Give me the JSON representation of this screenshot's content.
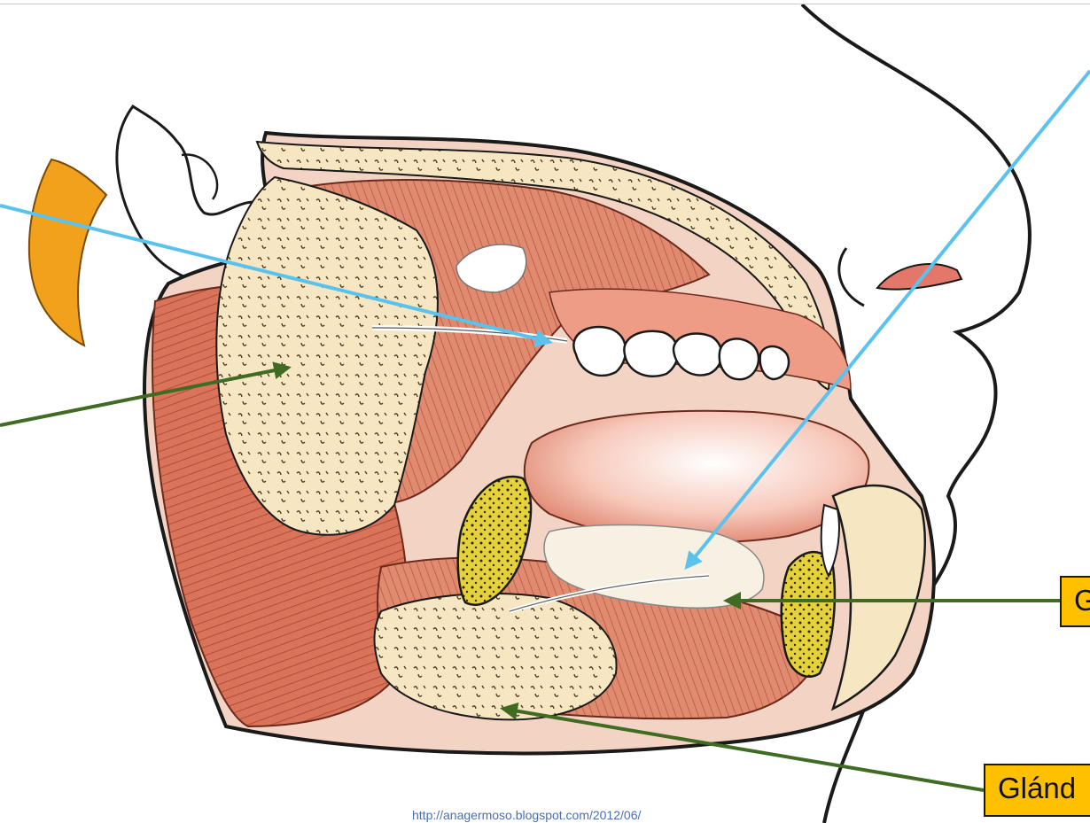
{
  "figure": {
    "subject": "salivary-glands-lateral-dissection",
    "colors": {
      "muscle": "#d9735a",
      "muscle_dark": "#a8432e",
      "gland": "#f6e6c2",
      "bone": "#e5d23a",
      "skin": "#ffffff",
      "hair": "#f2a11c",
      "arrow_blue": "#5bc2ee",
      "arrow_green": "#3f6b22",
      "callout_fill": "#ffc000"
    }
  },
  "callouts": {
    "sublingual_partial": "G",
    "submandibular_partial": "Glánd"
  },
  "source": {
    "url": "http://anagermoso.blogspot.com/2012/06/"
  }
}
